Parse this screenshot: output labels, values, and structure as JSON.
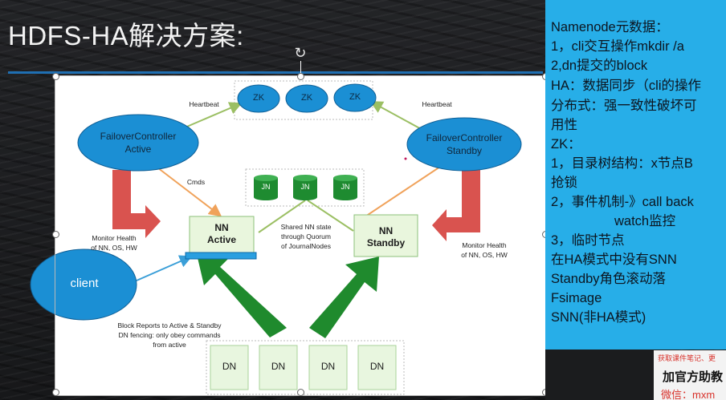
{
  "slide": {
    "title": "HDFS-HA解决方案:"
  },
  "colors": {
    "panel_bg": "#27aee8",
    "zk_fill": "#1b8fd4",
    "jn_fill": "#1e8b30",
    "nn_fill": "#e9f6dd",
    "dn_fill": "#e8f6df",
    "arrow_green": "#1f8a2d",
    "arrow_red": "#d9534f",
    "arrow_orange": "#f0a25a",
    "arrow_olive": "#9bbf63",
    "client_fill": "#1b8fd4"
  },
  "diagram": {
    "zk_nodes": [
      "ZK",
      "ZK",
      "ZK"
    ],
    "jn_nodes": [
      "JN",
      "JN",
      "JN"
    ],
    "dn_nodes": [
      "DN",
      "DN",
      "DN",
      "DN"
    ],
    "heartbeat_left": "Heartbeat",
    "heartbeat_right": "Heartbeat",
    "fc_active": {
      "line1": "FailoverController",
      "line2": "Active"
    },
    "fc_standby": {
      "line1": "FailoverController",
      "line2": "Standby"
    },
    "cmds": "Cmds",
    "nn_active": {
      "line1": "NN",
      "line2": "Active"
    },
    "nn_standby": {
      "line1": "NN",
      "line2": "Standby"
    },
    "shared_state": [
      "Shared NN state",
      "through Quorum",
      "of JournalNodes"
    ],
    "monitor_left": [
      "Monitor Health",
      "of NN, OS, HW"
    ],
    "monitor_right": [
      "Monitor Health",
      "of NN, OS, HW"
    ],
    "client": "client",
    "block_reports": [
      "Block Reports to Active & Standby",
      "DN fencing: only obey commands",
      "from active"
    ]
  },
  "panel": {
    "lines": [
      "Namenode元数据：",
      "1，cli交互操作mkdir /a",
      "2,dn提交的block",
      "HA：数据同步（cli的操作",
      "分布式：强一致性破坏可",
      "用性",
      "ZK：",
      "1，目录树结构：x节点B",
      "抢锁",
      "2，事件机制-》call back",
      "watch监控",
      "3，临时节点",
      "在HA模式中没有SNN",
      "Standby角色滚动落",
      "Fsimage",
      "SNN(非HA模式)"
    ]
  },
  "footer": {
    "line1": "获取课件笔记、更",
    "line2": "加官方助教",
    "line3": "微信：mxm"
  }
}
